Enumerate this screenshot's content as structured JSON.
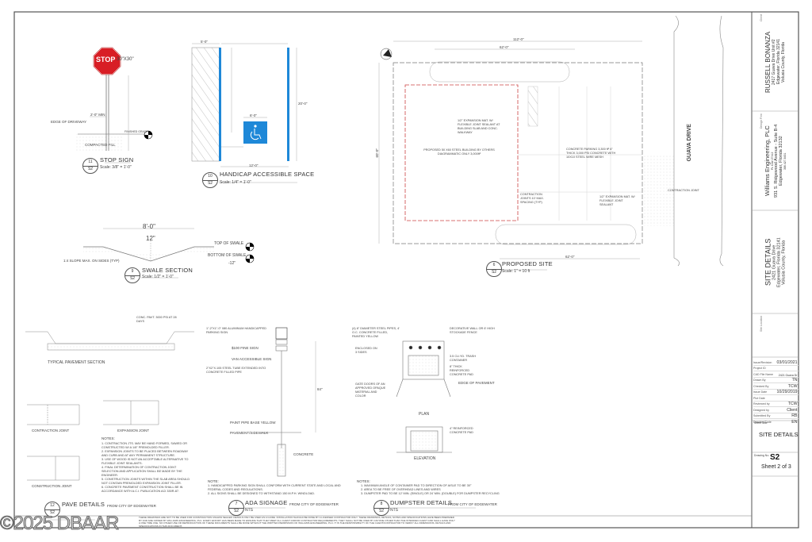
{
  "sheet": {
    "watermark": "©2025 DBAAR",
    "disclaimer": "THESE DRAWINGS ARE NOT TO BE USED FOR CONSTRUCTION UNLESS SEALED. DETAILS ONLY BE USED AS A GUIDE. INSTALLATION SHOULD BE DONE BY A LICENSED CONTRACTOR ONLY. THESE DRAWINGS, DETAILS, NOTES AND SPECIFICATIONS HAVE BEEN PREPARED BY AND ARE OWNED BY WILLIAMS ENGINEERING, PLC. EVERY EFFORT HAS BEEN MADE TO ENSURE THAT THEY MEET ALL CLIENT AND/OR CONTRACTOR REQUIREMENTS. THEY SHALL NOT BE USED BY ANYONE OTHER THAN THE INTENDED CLIENT AND SHALL HAVE ONLY A ONE TIME USE. NO OTHER USE OR REPRODUCTION OF THESE DOCUMENTS SHALL BE DONE WITHOUT THE WRITTEN PERMISSION OF WILLIAMS ENGINEERING, PLC. IT IS THE RESPONSIBILITY OF THE CLIENT/CONTRACTOR TO VERIFY ALL DIMENSIONS, DETAILS AND SPECIFICATIONS IN THIS DOCUMENT."
  },
  "title_block": {
    "client": {
      "label": "Client",
      "name": "RUSSELL BONANZA",
      "lines": [
        "2417 Guava Drive Unit #2",
        "Edgewater, Florida 32141",
        "Volusia County, Florida"
      ]
    },
    "design_firm": {
      "label": "Design Firm",
      "name": "Williams Engineering, PLC",
      "license": "FL CA# 27412",
      "lines": [
        "931 S. Ridgewood Avenue - Suite B-4",
        "Edgewater, Florida 32132",
        "386.427.8431"
      ]
    },
    "project": {
      "name": "SITE DETAILS",
      "lines": [
        "2421 Guava Drive",
        "Edgewater, Florida 32141",
        "Volusia County, Florida"
      ]
    },
    "site_location_label": "Site Location",
    "info": [
      {
        "k": "Issue/Revision",
        "v": "03/01/2021"
      },
      {
        "k": "Project ID",
        "v": ""
      },
      {
        "k": "CAD File Name",
        "v": "2421 Guava Dr"
      },
      {
        "k": "Drawn By",
        "v": "TN"
      },
      {
        "k": "Checked By",
        "v": "TCW"
      },
      {
        "k": "Issue Date",
        "v": "10/29/2019"
      },
      {
        "k": "Plot Date",
        "v": ""
      },
      {
        "k": "Reviewed by",
        "v": "TCW"
      },
      {
        "k": "Designed by",
        "v": "Client"
      },
      {
        "k": "Submitted By",
        "v": "RB"
      },
      {
        "k": "Drawing Code",
        "v": "EN"
      }
    ],
    "sheet_title_label": "Sheet Title",
    "sheet_title": "SITE DETAILS",
    "drawing_no_label": "Drawing No.",
    "drawing_no": "S2",
    "sheet_of": "Sheet 2 of 3"
  },
  "details": {
    "stop_sign": {
      "num": "11",
      "sheet": "S2",
      "title": "STOP SIGN",
      "scale": "Scale: 3/8\" = 1'-0\"",
      "sign_text": "STOP",
      "size": "30\"X30\"",
      "edge": "EDGE OF DRIVEWAY",
      "min": "2'-0\" MIN",
      "grade": "FINISHED GRADE",
      "fill": "COMPACTED FILL"
    },
    "handicap": {
      "num": "10",
      "sheet": "S2",
      "title": "HANDICAP ACCESSIBLE SPACE",
      "scale": "Scale: 1/4\" = 1'-0\"",
      "dim_width": "12'-0\"",
      "dim_aisle": "5'-0\"",
      "dim_symbol": "6'-0\"",
      "dim_length": "20'-0\""
    },
    "swale": {
      "num": "9",
      "sheet": "S2",
      "title": "SWALE SECTION",
      "scale": "Scale: 1/2\" = 1'-0\"",
      "width": "8'-0\"",
      "depth": "12\"",
      "top": "TOP OF SWALE",
      "bottom": "BOTTOM OF SWALE",
      "bottom_val": "-12\"",
      "slope": "1:4 SLOPE MAX. ON SIDES (TYP)"
    },
    "site": {
      "num": "6",
      "sheet": "S2",
      "title": "PROPOSED SITE",
      "scale": "Scale: 1\" = 10 ft",
      "road": "GUAVA DRIVE",
      "dim_total": "112'-0\"",
      "dim_island": "62'-0\"",
      "dim_depth": "60'-0\"",
      "building": "PROPOSED 50 X60 STEEL BUILDING BY OTHERS DIAGRAMMATIC ONLY 3,000ft²",
      "expansion1": "1/2\" EXPANSION MAT. W/ FLEXIBLE JOINT SEALANT AT BUILDING SLAB AND CONC. WALKWAY",
      "parking": "CONCRETE PARKING 3,300 ft² 6\" THICK 3,000 PSI CONCRETE WITH 10X10 STEEL WIRE MESH",
      "contraction": "CONTRACTION JOINTS 10' MAX. SPACING (TYP)",
      "expansion2": "1/2\" EXPANSION MAT. W/ FLEXIBLE JOINT SEALANT",
      "contraction_joint": "CONTRACTION JOINT"
    },
    "pave": {
      "num": "12",
      "sheet": "S2",
      "title": "PAVE DETAILS",
      "source": "FROM CITY OF EDGEWATER",
      "typical": "TYPICAL PAVEMENT SECTION",
      "conc": "CONC. PAVT. 3000 PSI AT 28 DAYS",
      "contraction": "CONTRACTION JOINT",
      "expansion": "EXPANSION JOINT",
      "construction": "CONSTRUCTION JOINT",
      "notes_label": "NOTES:",
      "notes": [
        "1. CONTRACTION JTS. MAY BE HAND FORMED, SAWED OR CONSTRUCTED W/ A 1/8\" PREMOLDED FILLER.",
        "2. EXPANSION JOINTS TO BE PLACED BETWEEN ROADWAY AND CURB AND AT ANY PERMANENT STRUCTURE.",
        "3. USE OF WOOD IS NOT AN ACCEPTABLE ALTERNATIVE TO FLEXIBLE JOINT SEALANTS.",
        "4. FINAL DETERMINATION OF CONTRACTION JOINT SELECTION AND APPLICATION SHALL BE MADE BY THE ENGINEER.",
        "5. CONSTRUCTION JOINTS WITHIN THE SLAB AREA SHOULD NOT CONTAIN PREMOLDED EXPANSION JOINT FILLER.",
        "6. CONCRETE PAVEMENT CONSTRUCTION SHALL BE IN ACCORDANCE WITH A.C.I. PUBLICATION ACI 330R-87."
      ]
    },
    "ada": {
      "num": "7",
      "sheet": "S2",
      "title": "ADA SIGNAGE",
      "scale": "NTS",
      "source": "FROM CITY OF EDGEWATER",
      "callouts": [
        "1\"-2\"X1\"-0\" 080 ALUMINUM HANDICAPPED PARKING SIGN",
        "$100 FINE SIGN",
        "VAN ACCESSIBLE SIGN",
        "2\"X2\"X.105 STEEL TUBE EXTENDED INTO CONCRETE FILLED PIPE",
        "PAINT PIPE BASE YELLOW",
        "PAVEMENT/SIDEWALK",
        "CONCRETE"
      ],
      "height": "84\"",
      "notes_label": "NOTE:",
      "notes": [
        "1. HANDICAPPED PARKING SIGN SHALL CONFORM WITH CURRENT STATE AND LOCAL AND FEDERAL CODES AND REGULATIONS.",
        "2. ALL SIGNS SHALL BE DESIGNED TO WITHSTAND 150 M.P.H. WINDLOAD."
      ]
    },
    "dumpster": {
      "num": "8",
      "sheet": "S2",
      "title": "DUMPSTER DETAILS",
      "scale": "NTS",
      "source": "FROM CITY OF EDGEWATER",
      "plan": "PLAN",
      "elevation": "ELEVATION",
      "callouts": [
        "(4) 6\" DIAMETER STEEL PIPES, 4' O.C. CONCRETE FILLED, PAINTED YELLOW",
        "DECORATIVE WALL OR 6' HIGH STOCKADE FENCE",
        "ENCLOSED ON 3 SIDES",
        "3.5 CU.YD. TRASH CONTAINER",
        "8\" THICK REINFORCED CONCRETE PAD",
        "EDGE OF PAVEMENT",
        "GATE DOORS OF AN APPROVED OPAQUE MATERIAL AND COLOR",
        "4\" REINFORCED CONCRETE PAD"
      ],
      "notes_label": "NOTES:",
      "notes": [
        "1. MAXIMUM ANGLE OF CONTAINER PAD TO DIRECTION OF AISLE TO BE 30°",
        "2. AREA TO BE FREE OF OVERHEAD LINES AND WIRES",
        "3. DUMPSTER PAD TO BE 12' MIN. (SINGLE) OR 24' MIN. (DOUBLE) FOR DUMPSTER RECYCLING"
      ]
    }
  }
}
